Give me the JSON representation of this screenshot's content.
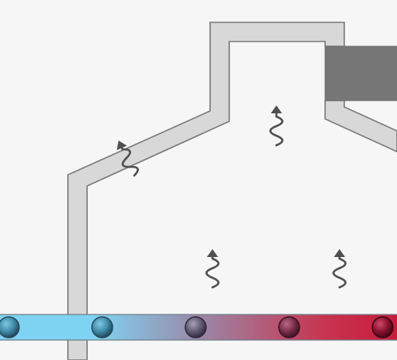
{
  "diagram": {
    "components": [
      {
        "name": "furnace-housing",
        "kind": "wall"
      },
      {
        "name": "exhaust-outlet",
        "kind": "duct"
      },
      {
        "name": "heating-tube",
        "kind": "tube"
      }
    ],
    "colors": {
      "background": "#f6f6f6",
      "wall_fill": "#d8d8d8",
      "wall_stroke": "#7a7a7a",
      "outlet_fill": "#777777",
      "tube_cold": "#7fd3f2",
      "tube_hot": "#c81b3c",
      "heat_arrow": "#505050"
    },
    "heat_arrow_count": 4,
    "bead_count": 5,
    "bead_temperatures": [
      0.0,
      0.25,
      0.5,
      0.75,
      1.0
    ]
  }
}
